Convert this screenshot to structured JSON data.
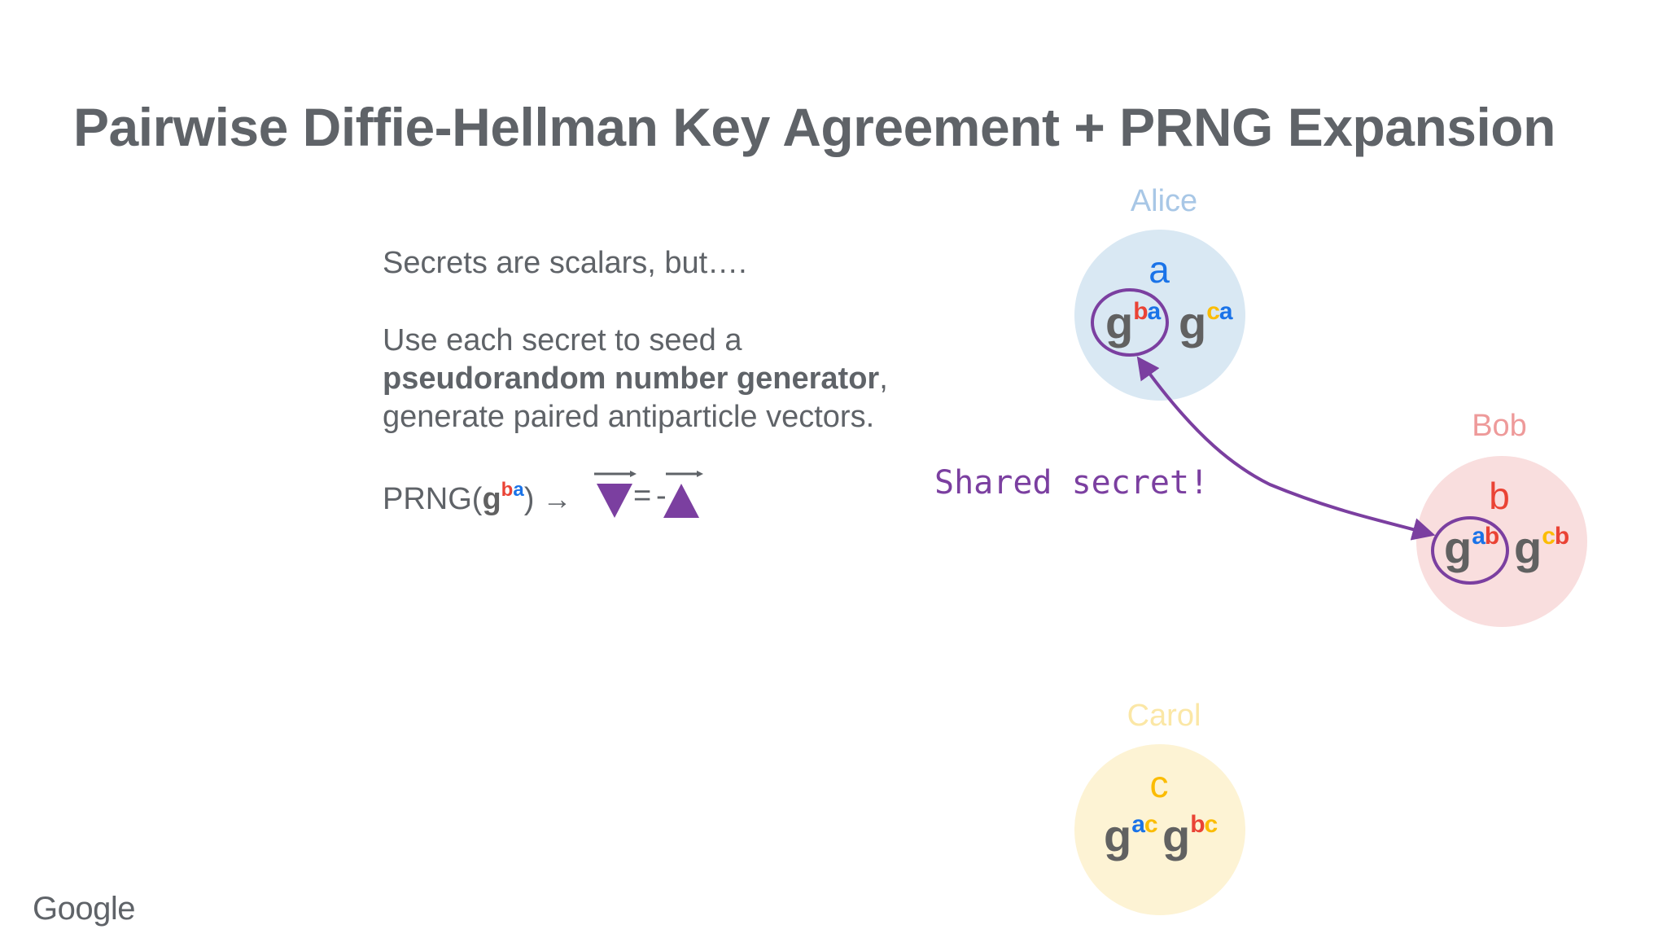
{
  "slide": {
    "title": "Pairwise Diffie-Hellman Key Agreement + PRNG Expansion",
    "line1": "Secrets are scalars, but….",
    "line2": "Use each secret to seed a",
    "line3_bold": "pseudorandom number generator",
    "line3_rest": ",",
    "line4": "generate paired antiparticle vectors.",
    "prng_prefix": "PRNG(",
    "prng_g": "g",
    "prng_exp_b": "b",
    "prng_exp_a": "a",
    "prng_suffix": ")",
    "prng_arrow": "→",
    "equals": "=",
    "minus": "-",
    "shared_label": "Shared secret!",
    "footer_logo": "Google"
  },
  "parties": {
    "alice": {
      "name": "Alice",
      "secret": "a",
      "g1": "g",
      "g1_exp": [
        "b",
        "a"
      ],
      "g2": "g",
      "g2_exp": [
        "c",
        "a"
      ],
      "name_color": "#a8c7e6",
      "fill_color": "#d9e8f3"
    },
    "bob": {
      "name": "Bob",
      "secret": "b",
      "g1": "g",
      "g1_exp": [
        "a",
        "b"
      ],
      "g2": "g",
      "g2_exp": [
        "c",
        "b"
      ],
      "name_color": "#ee9a9a",
      "fill_color": "#f9dede"
    },
    "carol": {
      "name": "Carol",
      "secret": "c",
      "g1": "g",
      "g1_exp": [
        "a",
        "c"
      ],
      "g2": "g",
      "g2_exp": [
        "b",
        "c"
      ],
      "name_color": "#fbe7a6",
      "fill_color": "#fdf3d4"
    }
  },
  "colors": {
    "accent_purple": "#7b3fa0",
    "blue": "#1a73e8",
    "red": "#ea4335",
    "yellow": "#fbbc04",
    "gray_text": "#5f6368"
  }
}
